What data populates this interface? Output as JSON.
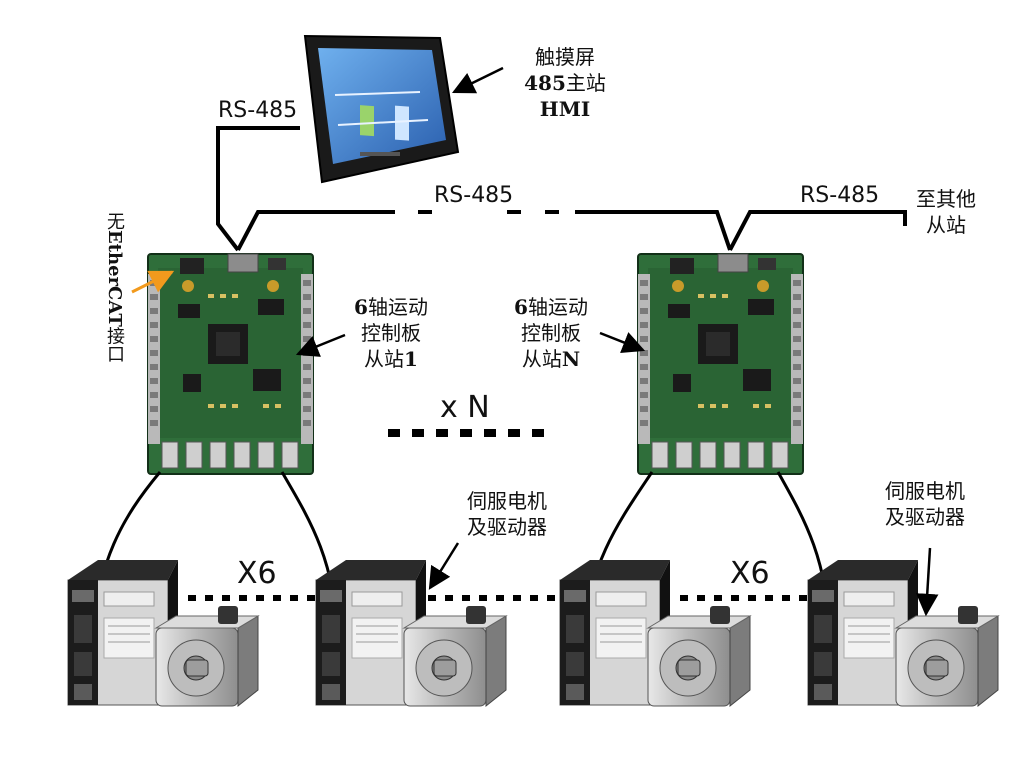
{
  "hmi": {
    "line1": "触摸屏",
    "line2_bold": "485",
    "line2_rest": "主站",
    "line3_bold": "HMI"
  },
  "links": {
    "rs485_left": "RS-485",
    "rs485_middle": "RS-485",
    "rs485_right": "RS-485",
    "to_other_line1": "至其他",
    "to_other_line2": "从站"
  },
  "no_ethercat": {
    "prefix": "无",
    "bold": "EtherCAT",
    "suffix": "接口"
  },
  "board1": {
    "line1_bold": "6",
    "line1_rest": "轴运动",
    "line2": "控制板",
    "line3_rest": "从站",
    "line3_bold": "1"
  },
  "boardN": {
    "line1_bold": "6",
    "line1_rest": "轴运动",
    "line2": "控制板",
    "line3_rest": "从站",
    "line3_bold": "N"
  },
  "multipliers": {
    "boards": "x N",
    "servos_left": "X6",
    "servos_right": "X6"
  },
  "servo_label_mid": {
    "line1": "伺服电机",
    "line2": "及驱动器"
  },
  "servo_label_right": {
    "line1": "伺服电机",
    "line2": "及驱动器"
  },
  "colors": {
    "pcb_green": "#2f6e3a",
    "pcb_dark": "#1e4d28",
    "connector_gray": "#b9b9b9",
    "drive_black": "#1c1c1c",
    "drive_silver": "#d6d6d6",
    "motor_silver": "#c9c9c9",
    "screen_blue": "#3a7fcf",
    "arrow_orange": "#f29a1d",
    "line": "#000000"
  },
  "icons": [
    "hmi-touchscreen-icon",
    "control-board-icon",
    "servo-drive-icon",
    "servo-motor-icon",
    "arrow-icon"
  ]
}
